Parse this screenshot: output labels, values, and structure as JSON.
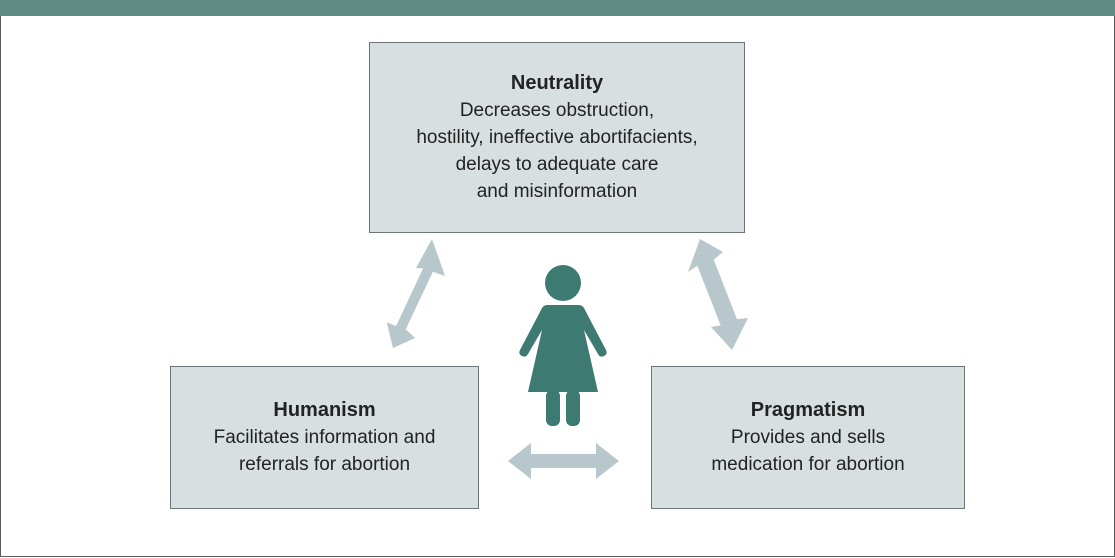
{
  "colors": {
    "header_bar": "#5f8a84",
    "box_fill": "#d8dfe1",
    "arrow": "#b7c7cb",
    "figure": "#3d7a72"
  },
  "nodes": {
    "neutrality": {
      "title": "Neutrality",
      "lines": [
        "Decreases obstruction,",
        "hostility, ineffective abortifacients,",
        "delays to adequate care",
        "and misinformation"
      ]
    },
    "humanism": {
      "title": "Humanism",
      "lines": [
        "Facilitates information and",
        "referrals for abortion"
      ]
    },
    "pragmatism": {
      "title": "Pragmatism",
      "lines": [
        "Provides and sells",
        "medication for abortion"
      ]
    }
  },
  "icons": {
    "center": "woman-figure-icon",
    "arrows": "double-headed-arrow-icon"
  }
}
